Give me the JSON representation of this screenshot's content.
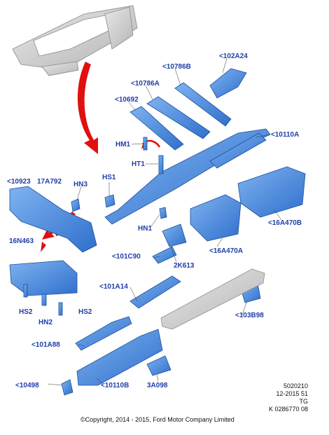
{
  "labels": {
    "p102A24": "<102A24",
    "p10786B": "<10786B",
    "p10786A": "<10786A",
    "p10692": "<10692",
    "p10110A": "<10110A",
    "hm1": "HM1",
    "ht1": "HT1",
    "hs1": "HS1",
    "p10923": "<10923",
    "p17A792": "17A792",
    "hn3": "HN3",
    "p16A470B": "<16A470B",
    "hn1": "HN1",
    "p16N463": "16N463",
    "p16A470A": "<16A470A",
    "p101C90": "<101C90",
    "p2K613": "2K613",
    "p101A14": "<101A14",
    "hs2_left": "HS2",
    "hn2": "HN2",
    "hs2_right": "HS2",
    "p103B98": "<103B98",
    "p101A88": "<101A88",
    "p10498": "<10498",
    "p10110B": "<10110B",
    "p3A098": "3A098"
  },
  "meta": {
    "line1": "5020210",
    "line2": "12-2015 51",
    "line3": "TG",
    "line4": "K 0286770 08"
  },
  "copyright": "©Copyright, 2014 - 2015, Ford Motor Company Limited",
  "colors": {
    "part_fill": "#4a8fe0",
    "part_stroke": "#1d4f9a",
    "label": "#1f3fa8",
    "arrow": "#e01010",
    "reference_gray": "#cfcfcf"
  }
}
